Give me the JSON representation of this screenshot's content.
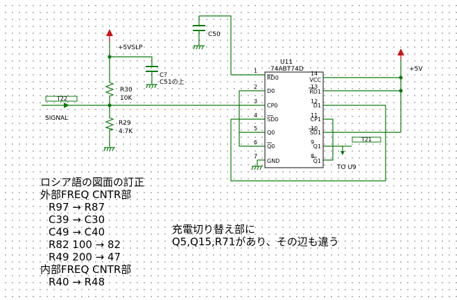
{
  "power": {
    "p5vslp": "+5VSLP",
    "p5v": "+5V"
  },
  "parts": {
    "c50": "C50",
    "c51_ref": "C？",
    "c51_note": "C51の上",
    "r30_ref": "R30",
    "r30_val": "10K",
    "r29_ref": "R29",
    "r29_val": "4.7K",
    "u11_ref": "U11",
    "u11_val": "74ABT74D"
  },
  "ic_pins": {
    "left": [
      {
        "num": "1",
        "name": "RD0"
      },
      {
        "num": "2",
        "name": "D0"
      },
      {
        "num": "3",
        "name": "CP0"
      },
      {
        "num": "4",
        "name": "SD0"
      },
      {
        "num": "5",
        "name": "Q0"
      },
      {
        "num": "6",
        "name": "Q0"
      },
      {
        "num": "7",
        "name": "GND"
      }
    ],
    "right": [
      {
        "num": "14",
        "name": "VCC"
      },
      {
        "num": "13",
        "name": "RD1"
      },
      {
        "num": "12",
        "name": "D1"
      },
      {
        "num": "11",
        "name": "CP1"
      },
      {
        "num": "10",
        "name": "SD1"
      },
      {
        "num": "9",
        "name": "Q1"
      },
      {
        "num": "8",
        "name": "Q1"
      }
    ]
  },
  "ports": {
    "t22": "T22",
    "t21": "T21"
  },
  "net_labels": {
    "signal": "SIGNAL",
    "to_u9": "TO U9"
  },
  "notes": {
    "correction": [
      "ロシア語の図面の訂正",
      "外部FREQ CNTR部",
      "R97 → R87",
      "C39 → C30",
      "C49 → C40",
      "R82 100 → 82",
      "R49 200 → 47",
      "内部FREQ CNTR部",
      "R40 → R48"
    ],
    "charging": [
      "充電切り替え部に",
      "Q5,Q15,R71があり、その辺も違う"
    ]
  },
  "colors": {
    "wire": "#0a7a0a",
    "power_flag": "#cc1111",
    "ground": "#0a7a0a",
    "junction": "#0a7a0a"
  }
}
